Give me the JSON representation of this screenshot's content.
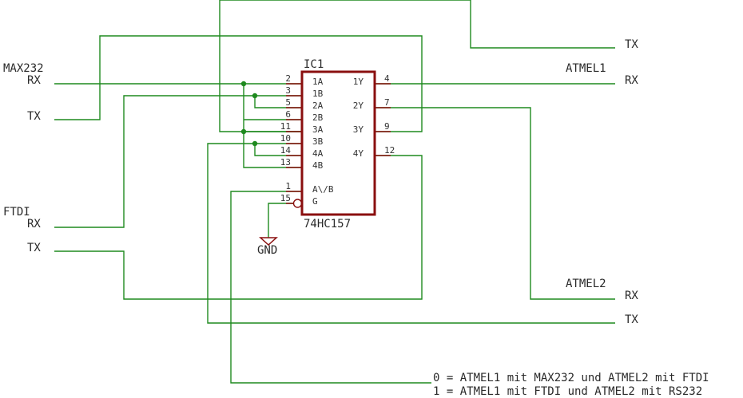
{
  "colors": {
    "wire": "#1f8a1f",
    "component": "#8a0f0f",
    "text": "#2a2a2a",
    "background": "#ffffff"
  },
  "connectors": {
    "max232": {
      "name": "MAX232",
      "rx": "RX",
      "tx": "TX"
    },
    "ftdi": {
      "name": "FTDI",
      "rx": "RX",
      "tx": "TX"
    },
    "atmel1": {
      "name": "ATMEL1",
      "rx": "RX",
      "tx": "TX"
    },
    "atmel2": {
      "name": "ATMEL2",
      "rx": "RX",
      "tx": "TX"
    }
  },
  "ic": {
    "ref": "IC1",
    "part": "74HC157",
    "left_pins": [
      {
        "num": "2",
        "name": "1A"
      },
      {
        "num": "3",
        "name": "1B"
      },
      {
        "num": "5",
        "name": "2A"
      },
      {
        "num": "6",
        "name": "2B"
      },
      {
        "num": "11",
        "name": "3A"
      },
      {
        "num": "10",
        "name": "3B"
      },
      {
        "num": "14",
        "name": "4A"
      },
      {
        "num": "13",
        "name": "4B"
      },
      {
        "num": "1",
        "name": "A\\/B"
      },
      {
        "num": "15",
        "name": "G"
      }
    ],
    "right_pins": [
      {
        "num": "4",
        "name": "1Y"
      },
      {
        "num": "7",
        "name": "2Y"
      },
      {
        "num": "9",
        "name": "3Y"
      },
      {
        "num": "12",
        "name": "4Y"
      }
    ]
  },
  "gnd": "GND",
  "notes": [
    "0 = ATMEL1 mit MAX232 und ATMEL2 mit FTDI",
    "1 = ATMEL1 mit FTDI und ATMEL2 mit RS232"
  ]
}
